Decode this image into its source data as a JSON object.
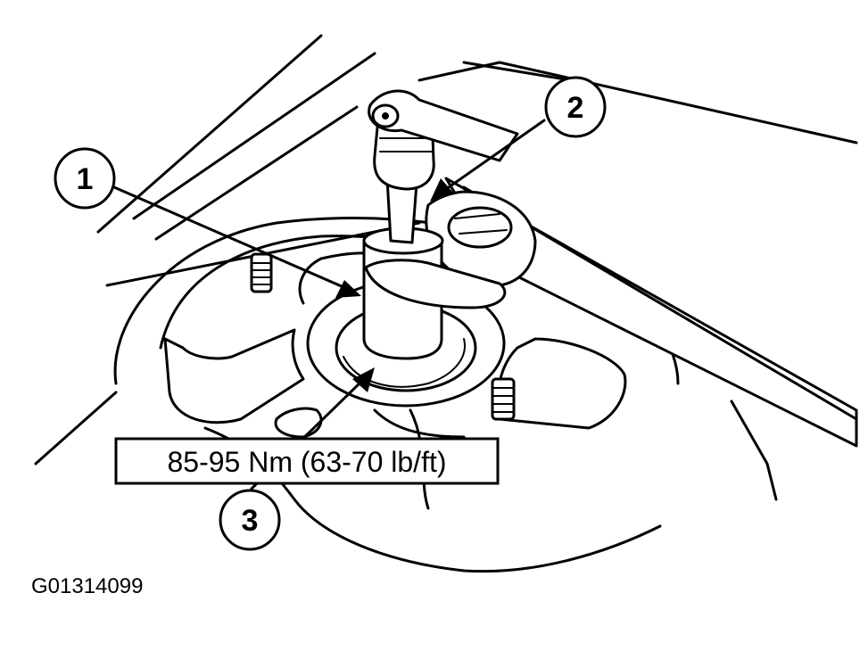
{
  "callouts": [
    {
      "label": "1"
    },
    {
      "label": "2"
    },
    {
      "label": "3"
    }
  ],
  "torque_spec": "85-95 Nm (63-70 lb/ft)",
  "figure_code": "G01314099"
}
